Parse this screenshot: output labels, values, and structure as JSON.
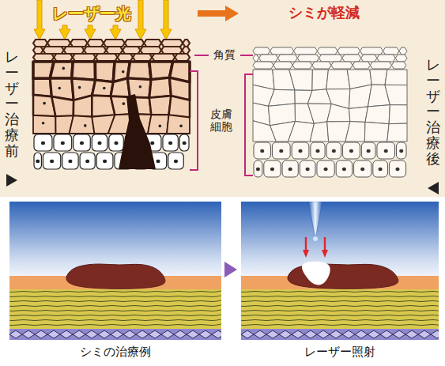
{
  "diagram": {
    "labels": [
      "レーザー光",
      "シミが軽減",
      "角質",
      "皮膚細胞",
      "レーザー治療前",
      "レーザー治療後",
      "シミの治療例",
      "レーザー照射"
    ]
  }
}
